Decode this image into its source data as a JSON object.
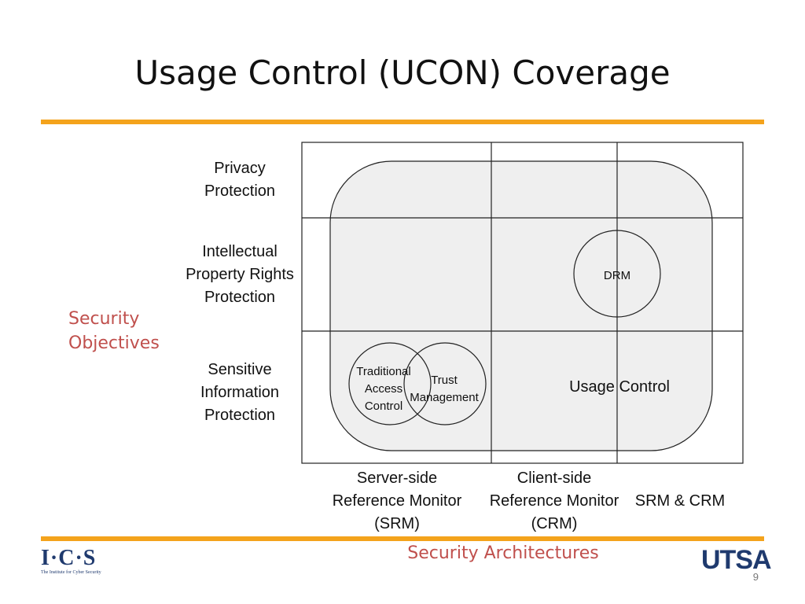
{
  "slide": {
    "title": "Usage Control (UCON) Coverage",
    "page_number": "9"
  },
  "axes": {
    "y_label_line1": "Security",
    "y_label_line2": "Objectives",
    "x_label": "Security Architectures"
  },
  "rows": [
    {
      "lines": [
        "Privacy",
        "Protection"
      ]
    },
    {
      "lines": [
        "Intellectual",
        "Property Rights",
        "Protection"
      ]
    },
    {
      "lines": [
        "Sensitive",
        "Information",
        "Protection"
      ]
    }
  ],
  "columns": [
    {
      "lines": [
        "Server-side",
        "Reference Monitor",
        "(SRM)"
      ]
    },
    {
      "lines": [
        "Client-side",
        "Reference Monitor",
        "(CRM)"
      ]
    },
    {
      "lines": [
        "SRM & CRM"
      ]
    }
  ],
  "regions": {
    "usage_control": "Usage Control",
    "drm": "DRM",
    "tac_lines": [
      "Traditional",
      "Access",
      "Control"
    ],
    "tm_lines": [
      "Trust",
      "Management"
    ]
  },
  "logos": {
    "ics_mark": "I·C·S",
    "ics_tagline": "The Institute for Cyber Security",
    "utsa": "UTSA"
  },
  "colors": {
    "accent_orange": "#f4a31c",
    "axis_text_red": "#c0504d",
    "region_fill": "#efefef"
  }
}
